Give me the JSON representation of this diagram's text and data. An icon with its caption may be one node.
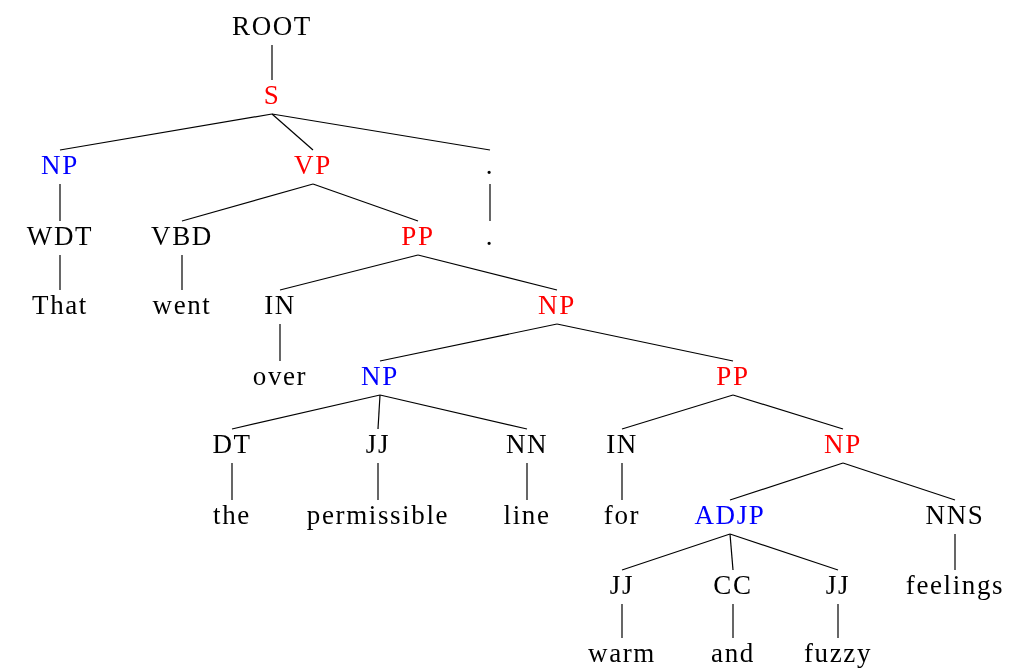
{
  "diagram": {
    "nodes": [
      {
        "text": [
          "ROOT"
        ]
      },
      {
        "text": [
          "S"
        ]
      },
      {
        "text": [
          "NP"
        ]
      },
      {
        "text": [
          "VP"
        ]
      },
      {
        "text": [
          "."
        ]
      },
      {
        "text": [
          "WDT"
        ]
      },
      {
        "text": [
          "VBD"
        ]
      },
      {
        "text": [
          "PP"
        ]
      },
      {
        "text": [
          "."
        ]
      },
      {
        "text": [
          "That"
        ]
      },
      {
        "text": [
          "went"
        ]
      },
      {
        "text": [
          "IN"
        ]
      },
      {
        "text": [
          "NP"
        ]
      },
      {
        "text": [
          "over"
        ]
      },
      {
        "text": [
          "NP"
        ]
      },
      {
        "text": [
          "PP"
        ]
      },
      {
        "text": [
          "DT"
        ]
      },
      {
        "text": [
          "JJ"
        ]
      },
      {
        "text": [
          "NN"
        ]
      },
      {
        "text": [
          "IN"
        ]
      },
      {
        "text": [
          "NP"
        ]
      },
      {
        "text": [
          "the"
        ]
      },
      {
        "text": [
          "permissible"
        ]
      },
      {
        "text": [
          "line"
        ]
      },
      {
        "text": [
          "for"
        ]
      },
      {
        "text": [
          "ADJP"
        ]
      },
      {
        "text": [
          "NNS"
        ]
      },
      {
        "text": [
          "JJ"
        ]
      },
      {
        "text": [
          "CC"
        ]
      },
      {
        "text": [
          "JJ"
        ]
      },
      {
        "text": [
          "feelings"
        ]
      },
      {
        "text": [
          "warm"
        ]
      },
      {
        "text": [
          "and"
        ]
      },
      {
        "text": [
          "fuzzy"
        ]
      }
    ],
    "edges": [
      {
        "from": 0,
        "to": 1,
        "arrow": "none"
      },
      {
        "from": 1,
        "to": 2,
        "arrow": "none"
      },
      {
        "from": 1,
        "to": 3,
        "arrow": "none"
      },
      {
        "from": 1,
        "to": 4,
        "arrow": "none"
      },
      {
        "from": 2,
        "to": 5,
        "arrow": "none"
      },
      {
        "from": 3,
        "to": 6,
        "arrow": "none"
      },
      {
        "from": 3,
        "to": 7,
        "arrow": "none"
      },
      {
        "from": 4,
        "to": 8,
        "arrow": "none"
      },
      {
        "from": 5,
        "to": 9,
        "arrow": "none"
      },
      {
        "from": 6,
        "to": 10,
        "arrow": "none"
      },
      {
        "from": 7,
        "to": 11,
        "arrow": "none"
      },
      {
        "from": 7,
        "to": 12,
        "arrow": "none"
      },
      {
        "from": 11,
        "to": 13,
        "arrow": "none"
      },
      {
        "from": 12,
        "to": 14,
        "arrow": "none"
      },
      {
        "from": 12,
        "to": 15,
        "arrow": "none"
      },
      {
        "from": 14,
        "to": 16,
        "arrow": "none"
      },
      {
        "from": 14,
        "to": 17,
        "arrow": "none"
      },
      {
        "from": 14,
        "to": 18,
        "arrow": "none"
      },
      {
        "from": 15,
        "to": 19,
        "arrow": "none"
      },
      {
        "from": 15,
        "to": 20,
        "arrow": "none"
      },
      {
        "from": 16,
        "to": 21,
        "arrow": "none"
      },
      {
        "from": 17,
        "to": 22,
        "arrow": "none"
      },
      {
        "from": 18,
        "to": 23,
        "arrow": "none"
      },
      {
        "from": 19,
        "to": 24,
        "arrow": "none"
      },
      {
        "from": 20,
        "to": 25,
        "arrow": "none"
      },
      {
        "from": 20,
        "to": 26,
        "arrow": "none"
      },
      {
        "from": 25,
        "to": 27,
        "arrow": "none"
      },
      {
        "from": 25,
        "to": 28,
        "arrow": "none"
      },
      {
        "from": 25,
        "to": 29,
        "arrow": "none"
      },
      {
        "from": 26,
        "to": 30,
        "arrow": "none"
      },
      {
        "from": 27,
        "to": 31,
        "arrow": "none"
      },
      {
        "from": 28,
        "to": 32,
        "arrow": "none"
      },
      {
        "from": 29,
        "to": 33,
        "arrow": "none"
      }
    ]
  }
}
